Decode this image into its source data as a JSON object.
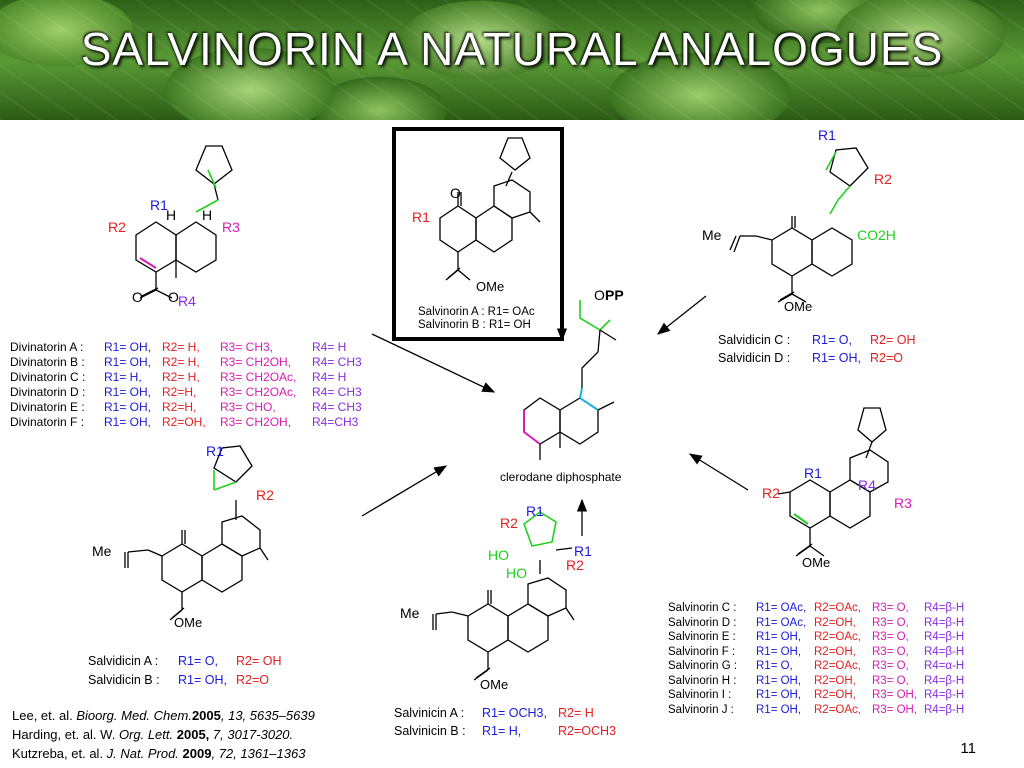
{
  "slide": {
    "title": "SALVINORIN A NATURAL ANALOGUES",
    "page_number": "11"
  },
  "center": {
    "label": "clerodane diphosphate",
    "opp": "O",
    "pp": "PP"
  },
  "salvinorin_box": {
    "line1": "Salvinorin A : R1= OAc",
    "line2": "Salvinorin B : R1= OH"
  },
  "divinatorin": [
    {
      "name": "Divinatorin A :",
      "r1": "R1= OH,",
      "r2": "R2= H,",
      "r3": "R3= CH3,",
      "r4": "R4= H"
    },
    {
      "name": "Divinatorin B :",
      "r1": "R1= OH,",
      "r2": "R2= H,",
      "r3": "R3= CH2OH,",
      "r4": "R4= CH3"
    },
    {
      "name": "Divinatorin C :",
      "r1": "R1= H,",
      "r2": "R2= H,",
      "r3": "R3= CH2OAc,",
      "r4": "R4= H"
    },
    {
      "name": "Divinatorin D :",
      "r1": "R1= OH,",
      "r2": "R2=H,",
      "r3": "R3= CH2OAc,",
      "r4": "R4= CH3"
    },
    {
      "name": "Divinatorin E :",
      "r1": "R1= OH,",
      "r2": "R2=H,",
      "r3": "R3= CHO,",
      "r4": "R4= CH3"
    },
    {
      "name": "Divinatorin F :",
      "r1": "R1= OH,",
      "r2": "R2=OH,",
      "r3": "R3= CH2OH,",
      "r4": "R4=CH3"
    }
  ],
  "salvidicin_top": [
    {
      "name": "Salvidicin C :",
      "r1": "R1= O,",
      "r2": "R2= OH"
    },
    {
      "name": "Salvidicin D :",
      "r1": "R1= OH,",
      "r2": "R2=O"
    }
  ],
  "salvidicin_bottom": [
    {
      "name": "Salvidicin A :",
      "r1": "R1= O,",
      "r2": "R2= OH"
    },
    {
      "name": "Salvidicin B :",
      "r1": "R1= OH,",
      "r2": "R2=O"
    }
  ],
  "salvinicin": [
    {
      "name": "Salvinicin A :",
      "r1": "R1= OCH3,",
      "r2": "R2= H"
    },
    {
      "name": "Salvinicin B :",
      "r1": "R1= H,",
      "r2": "R2=OCH3"
    }
  ],
  "salvinorin_list": [
    {
      "name": "Salvinorin C :",
      "r1": "R1= OAc,",
      "r2": "R2=OAc,",
      "r3": "R3= O,",
      "r4": "R4=β-H"
    },
    {
      "name": "Salvinorin D :",
      "r1": "R1= OAc,",
      "r2": "R2=OH,",
      "r3": "R3= O,",
      "r4": "R4=β-H"
    },
    {
      "name": "Salvinorin E :",
      "r1": "R1= OH,",
      "r2": "R2=OAc,",
      "r3": "R3= O,",
      "r4": "R4=β-H"
    },
    {
      "name": "Salvinorin F :",
      "r1": "R1= OH,",
      "r2": "R2=OH,",
      "r3": "R3= O,",
      "r4": "R4=β-H"
    },
    {
      "name": "Salvinorin G :",
      "r1": "R1= O,",
      "r2": "R2=OAc,",
      "r3": "R3= O,",
      "r4": "R4=α-H"
    },
    {
      "name": "Salvinorin H :",
      "r1": "R1= OH,",
      "r2": "R2=OH,",
      "r3": "R3= O,",
      "r4": "R4=β-H"
    },
    {
      "name": "Salvinorin I :",
      "r1": "R1= OH,",
      "r2": "R2=OH,",
      "r3": "R3= OH,",
      "r4": "R4=β-H"
    },
    {
      "name": "Salvinorin J :",
      "r1": "R1= OH,",
      "r2": "R2=OAc,",
      "r3": "R3= OH,",
      "r4": "R4=β-H"
    }
  ],
  "references": [
    {
      "authors": "Lee, et. al. ",
      "journal": "Bioorg. Med. Chem.",
      "year": "2005",
      "rest": ", 13, 5635–5639"
    },
    {
      "authors": "Harding, et. al. W. ",
      "journal": "Org. Lett.",
      "year": " 2005,",
      "rest": " 7, 3017-3020."
    },
    {
      "authors": "Kutzreba, et. al. ",
      "journal": "J. Nat. Prod.",
      "year": " 2009",
      "rest": ", 72, 1361–1363"
    }
  ],
  "structure_labels": {
    "r1": "R1",
    "r2": "R2",
    "r3": "R3",
    "r4": "R4",
    "h": "H",
    "o": "O",
    "ome": "OMe",
    "me": "Me",
    "co2h": "CO2H",
    "ho": "HO"
  },
  "colors": {
    "blue": "#1a1adb",
    "red": "#e61e1e",
    "magenta": "#d81bb5",
    "purple": "#8a2be2",
    "green": "#1fd11f"
  }
}
